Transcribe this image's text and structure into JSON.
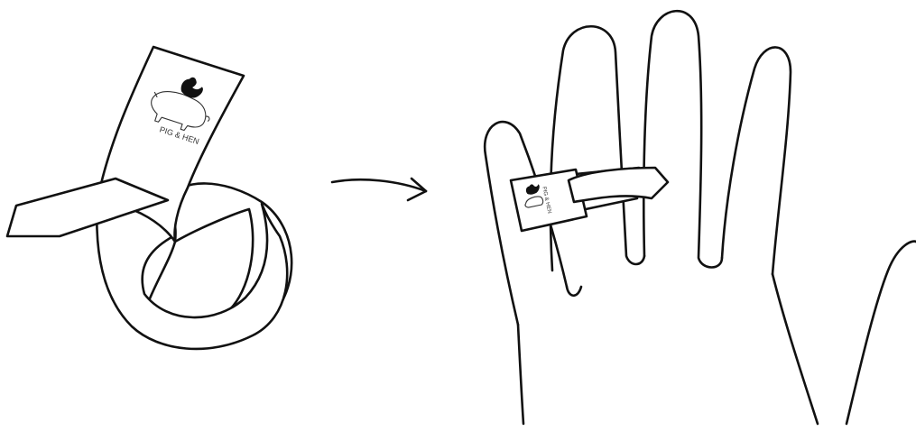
{
  "brand": {
    "name": "PIG & HEN",
    "logo_icons": [
      "pig-icon",
      "rooster-icon"
    ]
  },
  "steps": [
    {
      "name": "flat-band-loop"
    },
    {
      "name": "band-worn-on-finger"
    }
  ],
  "arrow": {
    "icon": "arrow-right-icon"
  },
  "colors": {
    "ink": "#111111",
    "paper": "#ffffff"
  }
}
